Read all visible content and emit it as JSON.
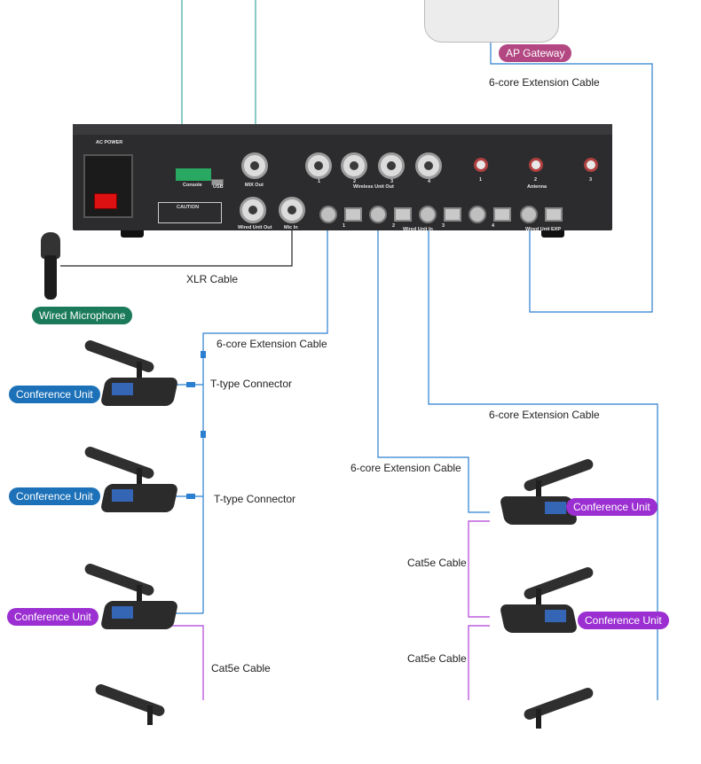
{
  "gateway": {
    "label": "AP Gateway"
  },
  "cables": {
    "gateway_ext": "6-core Extension Cable",
    "xlr": "XLR Cable",
    "left_ext": "6-core Extension Cable",
    "t_conn_1": "T-type Connector",
    "t_conn_2": "T-type Connector",
    "right_ext": "6-core Extension Cable",
    "mid_ext": "6-core Extension Cable",
    "cat5e_right_1": "Cat5e Cable",
    "cat5e_right_2": "Cat5e Cable",
    "cat5e_left": "Cat5e Cable"
  },
  "devices": {
    "wired_microphone": "Wired Microphone",
    "conf_unit_1": "Conference Unit",
    "conf_unit_2": "Conference Unit",
    "conf_unit_3": "Conference Unit",
    "conf_unit_right_1": "Conference Unit",
    "conf_unit_right_2": "Conference Unit"
  },
  "rack": {
    "ac_power": "AC POWER",
    "console": "Console",
    "usb": "USB",
    "mix_out": "MIX Out",
    "wireless_unit_out": "Wireless Unit Out",
    "wireless_ports": [
      "1",
      "2",
      "3",
      "4"
    ],
    "antenna": "Antenna",
    "antenna_ports": [
      "1",
      "2",
      "3"
    ],
    "wired_unit_out": "Wired Unit Out",
    "mic_in": "Mic In",
    "wired_unit_in": "Wired Unit In",
    "wired_ports": [
      "1",
      "2",
      "3",
      "4"
    ],
    "wired_unit_exp": "Wired Unit EXP",
    "caution": "CAUTION"
  },
  "colors": {
    "blue_wire": "#2a7fd0",
    "teal_wire": "#3aa89c",
    "purple_wire": "#b03fd6",
    "black_wire": "#222222"
  }
}
